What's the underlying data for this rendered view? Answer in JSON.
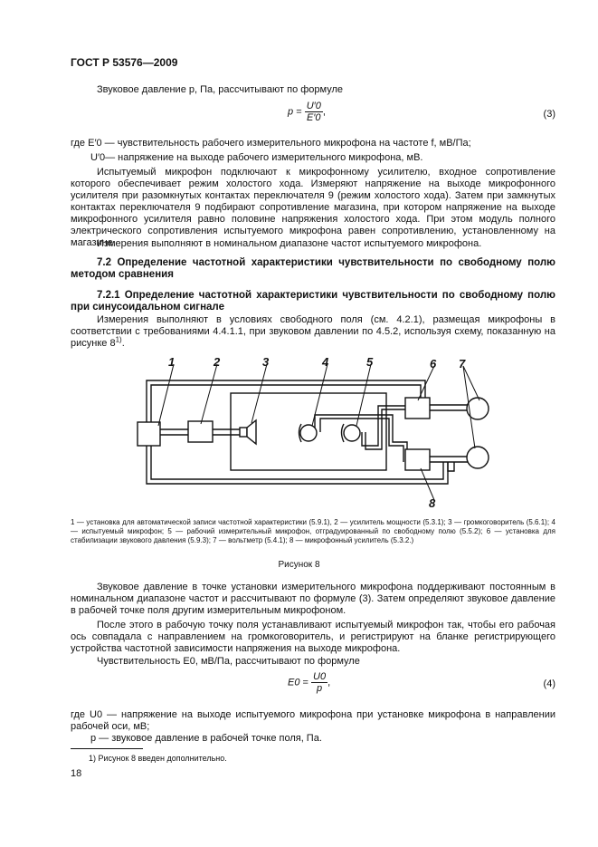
{
  "header": {
    "doc_id": "ГОСТ Р 53576—2009"
  },
  "para1": "Звуковое давление p, Па, рассчитывают по формуле",
  "formula3": {
    "lhs": "p",
    "eq": "=",
    "num": "U′0",
    "den": "E′0",
    "tail": ",",
    "number": "(3)"
  },
  "where1": {
    "line1": "где E′0 — чувствительность рабочего измерительного микрофона на частоте f, мВ/Па;",
    "line2": "U′0— напряжение на выходе рабочего измерительного микрофона, мВ."
  },
  "para2": "Испытуемый микрофон подключают к микрофонному усилителю, входное сопротивление которого обеспечивает режим холостого хода. Измеряют напряжение на выходе микрофонного усилителя при разомкнутых контактах переключателя 9 (режим холостого хода). Затем при замкнутых контактах переключателя 9 подбирают сопротивление магазина, при котором напряжение на выходе микрофонного усилителя равно половине напряжения холостого хода. При этом модуль полного электрического сопротивления испытуемого микрофона равен сопротивлению, установленному на магазине.",
  "para3": "Измерения выполняют в номинальном диапазоне частот испытуемого микрофона.",
  "heading72": "7.2 Определение частотной характеристики чувствительности по свободному полю методом сравнения",
  "heading721": "7.2.1 Определение частотной характеристики чувствительности по свободному полю при синусоидальном сигнале",
  "para4": "Измерения выполняют в условиях свободного поля (см. 4.2.1), размещая микрофоны в соответствии с требованиями 4.4.1.1, при звуковом давлении по 4.5.2, используя схему, показанную на рисунке 8",
  "para4_sup": "1)",
  "figure": {
    "labels": [
      "1",
      "2",
      "3",
      "4",
      "5",
      "6",
      "7",
      "8"
    ],
    "caption": "1 — установка для автоматической записи частотной характеристики (5.9.1), 2 — усилитель мощности (5.3.1); 3 — громкоговоритель (5.6.1); 4 — испытуемый микрофон; 5 — рабочий измерительный микрофон, отградуированный по свободному полю (5.5.2); 6 — установка для стабилизации звукового давления (5.9.3); 7 — вольтметр (5.4.1); 8 — микрофонный усилитель (5.3.2.)",
    "title": "Рисунок 8"
  },
  "para5": "Звуковое давление в точке установки измерительного микрофона поддерживают постоянным в номинальном диапазоне частот и рассчитывают по формуле (3). Затем определяют звуковое давление в рабочей точке поля другим измерительным микрофоном.",
  "para6": "После этого в рабочую точку поля устанавливают испытуемый микрофон так, чтобы его рабочая ось совпадала с направлением на громкоговоритель, и регистрируют на бланке регистрирующего устройства частотной зависимости напряжения на выходе микрофона.",
  "para7": "Чувствительность E0, мВ/Па, рассчитывают по формуле",
  "formula4": {
    "lhs": "E0",
    "eq": "=",
    "num": "U0",
    "den": "p",
    "tail": ",",
    "number": "(4)"
  },
  "where2": {
    "line1": "где U0 — напряжение на выходе испытуемого микрофона при установке микрофона в направлении рабочей оси, мВ;",
    "line2": "p — звуковое давление в рабочей точке поля, Па."
  },
  "footnote": "1) Рисунок 8 введен дополнительно.",
  "page_number": "18"
}
